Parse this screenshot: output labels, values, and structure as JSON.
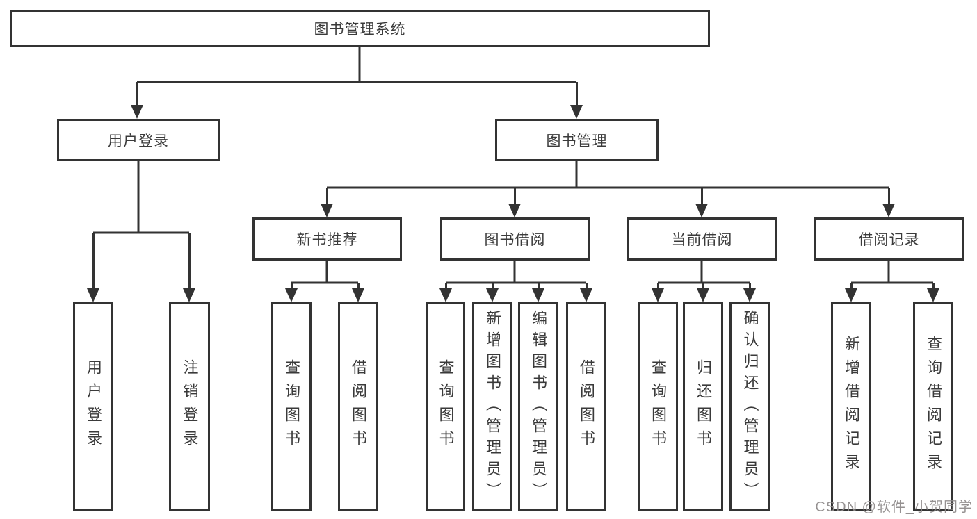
{
  "colors": {
    "line": "#333333",
    "text": "#3a3a3a",
    "bg": "#ffffff",
    "watermark": "#908c8c"
  },
  "watermark": {
    "text": "CSDN @软件_小贺同学"
  },
  "tree": {
    "root": {
      "label": "图书管理系统"
    },
    "branches": [
      {
        "label": "用户登录",
        "children": [
          {
            "label": "用户登录"
          },
          {
            "label": "注销登录"
          }
        ]
      },
      {
        "label": "图书管理",
        "children": [
          {
            "label": "新书推荐",
            "children": [
              {
                "label": "查询图书"
              },
              {
                "label": "借阅图书"
              }
            ]
          },
          {
            "label": "图书借阅",
            "children": [
              {
                "label": "查询图书"
              },
              {
                "label": "新增图书（管理员）"
              },
              {
                "label": "编辑图书（管理员）"
              },
              {
                "label": "借阅图书"
              }
            ]
          },
          {
            "label": "当前借阅",
            "children": [
              {
                "label": "查询图书"
              },
              {
                "label": "归还图书"
              },
              {
                "label": "确认归还（管理员）"
              }
            ]
          },
          {
            "label": "借阅记录",
            "children": [
              {
                "label": "新增借阅记录"
              },
              {
                "label": "查询借阅记录"
              }
            ]
          }
        ]
      }
    ]
  }
}
